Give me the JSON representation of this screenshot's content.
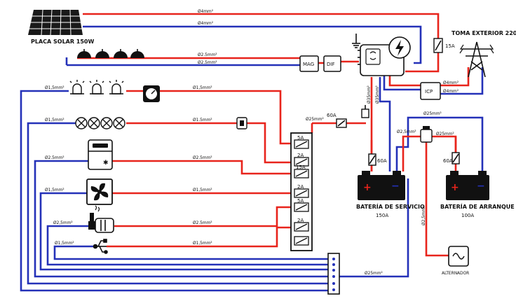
{
  "title": "",
  "labels": {
    "solar_panel": "PLACA SOLAR 150W",
    "outdoor_socket": "TOMA EXTERIOR 220V",
    "service_battery": "BATERÍA DE SERVICIO",
    "service_battery_cap": "150A",
    "start_battery": "BATERÍA DE ARRANQUE",
    "start_battery_cap": "100A",
    "alternator": "ALTERNADOR",
    "mag": "MAG",
    "dif": "DIF",
    "icp": "ICP"
  },
  "wires": {
    "solar_top": "Ø4mm²",
    "solar_bottom": "Ø4mm²",
    "lights_top": "Ø2.5mm²",
    "lights_bottom": "Ø2.5mm²",
    "line1_left": "Ø1,5mm²",
    "line1_right": "Ø1,5mm²",
    "line2_left": "Ø1,5mm²",
    "line2_right": "Ø1.5mm²",
    "fridge_left": "Ø2.5mm²",
    "fridge_right": "Ø2.5mm²",
    "fan_left": "Ø1,5mm²",
    "fan_right": "Ø1,5mm²",
    "pump_left": "Ø2,5mm²",
    "pump_right": "Ø2.5mm²",
    "usb_left": "Ø1,5mm²",
    "usb_right": "Ø1,5mm²",
    "fuse_feed": "Ø25mm²",
    "inv_v1": "Ø35mm²",
    "inv_v2": "Ø35mm²",
    "icp_top": "Ø4mm²",
    "icp_bottom": "Ø4mm²",
    "batt_top": "Ø25mm²",
    "batt_mid1": "Ø2,5mm²",
    "batt_mid2": "Ø25mm²",
    "alt_vertical": "Ø2,5mm²",
    "ground_return": "Ø25mm²"
  },
  "fuses": {
    "main": "60A",
    "service": "60A",
    "start": "60A",
    "socket": "15A",
    "box": [
      "5A",
      "2A",
      "15A",
      "2A",
      "5A",
      "2A"
    ]
  },
  "colors": {
    "positive": "#e8241c",
    "negative": "#2431b8",
    "outline": "#111111"
  },
  "icons": [
    "solar-panel-icon",
    "ceiling-light-icon",
    "spot-light-icon",
    "gauge-icon",
    "led-strip-icon",
    "switch-icon",
    "fridge-icon",
    "fan-icon",
    "water-pump-icon",
    "usb-icon",
    "inverter-charger-icon",
    "pylon-icon",
    "battery-icon",
    "alternator-icon",
    "ground-icon",
    "breaker-icon"
  ]
}
